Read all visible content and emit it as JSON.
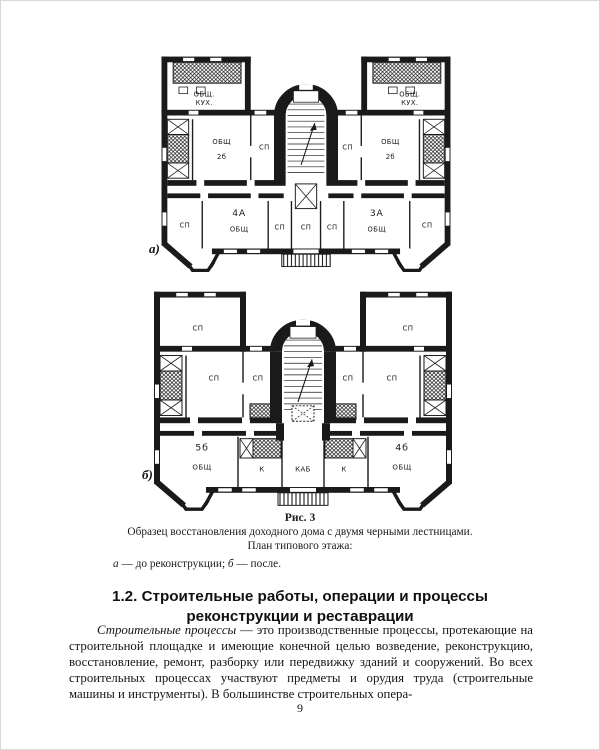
{
  "colors": {
    "ink": "#1a1a1a",
    "paper": "#ffffff"
  },
  "figure": {
    "plan_a": {
      "marker": "а)",
      "rooms": {
        "kl1": "ОБЩ.",
        "kl2": "КУХ.",
        "kr1": "ОБЩ.",
        "kr2": "КУХ.",
        "ml_obsch": "ОБЩ",
        "ml_num": "2б",
        "ml_sp": "СП",
        "mr_sp": "СП",
        "mr_obsch": "ОБЩ",
        "mr_num": "2б",
        "b_sp_far_left": "СП",
        "b4a_num": "4А",
        "b4a_obsch": "ОБЩ",
        "b_sp1": "СП",
        "b_sp2": "СП",
        "b_sp3": "СП",
        "b3a_num": "3А",
        "b3a_obsch": "ОБЩ",
        "b_sp_far_right": "СП"
      }
    },
    "plan_b": {
      "marker": "б)",
      "rooms": {
        "tl_sp": "СП",
        "tr_sp": "СП",
        "ml_sp1": "СП",
        "ml_sp2": "СП",
        "mr_sp1": "СП",
        "mr_sp2": "СП",
        "b5b_num": "5б",
        "b5b_obsch": "ОБЩ",
        "k_left": "К",
        "kab": "КАБ",
        "k_right": "К",
        "b4b_num": "4б",
        "b4b_obsch": "ОБЩ"
      }
    },
    "caption": {
      "number": "Рис. 3",
      "line1": "Образец восстановления доходного дома с двумя черными лестницами.",
      "line2": "План типового этажа:",
      "legend_a_marker": "а",
      "legend_a_text": " — до реконструкции; ",
      "legend_b_marker": "б",
      "legend_b_text": " — после."
    }
  },
  "section": {
    "heading": "1.2. Строительные работы, операции и процессы реконструкции и реставрации",
    "paragraph_lead": "Строительные процессы",
    "paragraph_rest": " — это производственные процессы, протекающие на строительной площадке и имеющие конечной целью возведение, реконструкцию, восстановление, ремонт, разборку или передвижку зданий и сооружений. Во всех строительных процессах участвуют предметы и орудия труда (строительные машины и инструменты). В большинстве строительных опера-"
  },
  "page": {
    "number": "9"
  }
}
